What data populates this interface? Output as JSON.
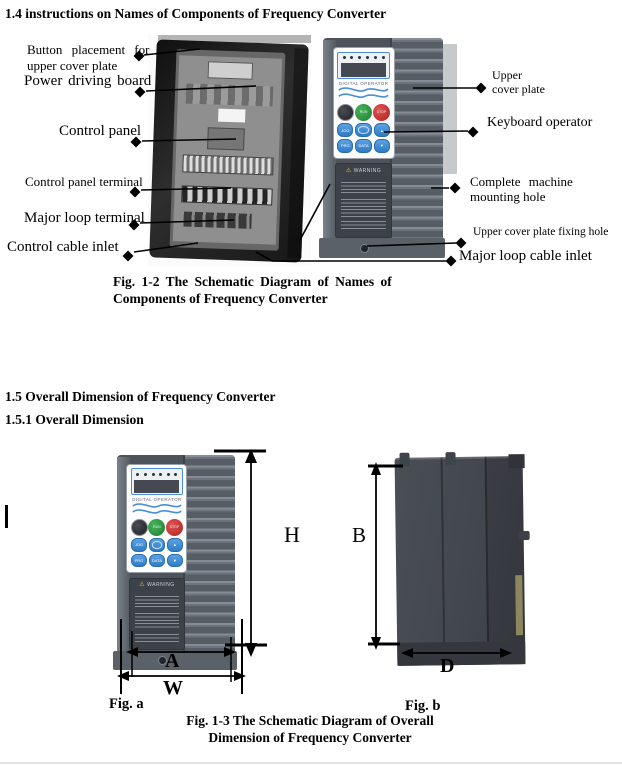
{
  "sections": {
    "s14": "1.4 instructions on Names of Components of Frequency Converter",
    "s15": "1.5 Overall Dimension of Frequency Converter",
    "s151": "1.5.1 Overall Dimension"
  },
  "fig12": {
    "caption_line1": "Fig. 1-2 The Schematic Diagram of Names of",
    "caption_line2": "Components of Frequency Converter",
    "labels": {
      "button_placement_l1": "Button placement for",
      "button_placement_l2": "upper cover plate",
      "power_driving_board": "Power driving board",
      "control_panel": "Control panel",
      "control_panel_terminal": "Control panel terminal",
      "major_loop_terminal": "Major loop terminal",
      "control_cable_inlet": "Control cable inlet",
      "upper_cover_plate_l1": "Upper",
      "upper_cover_plate_l2": "cover plate",
      "keyboard_operator": "Keyboard operator",
      "complete_machine_l1": "Complete machine",
      "complete_machine_l2": "mounting hole",
      "upper_cover_fixing_hole": "Upper cover plate fixing hole",
      "major_loop_cable_inlet": "Major loop cable inlet"
    }
  },
  "fig13": {
    "caption_line1": "Fig. 1-3 The Schematic Diagram of Overall",
    "caption_line2": "Dimension of Frequency Converter",
    "fig_a": "Fig. a",
    "fig_b": "Fig. b",
    "dims": {
      "h": "H",
      "a": "A",
      "w": "W",
      "b": "B",
      "d": "D"
    }
  },
  "device": {
    "operator_label": "DIGITAL OPERATOR",
    "warning": "WARNING",
    "btn_run": "RUN",
    "btn_stop": "STOP",
    "btn_jog": "JOG",
    "btn_prg": "PRG",
    "btn_data": "DATA",
    "btn_up": "▲",
    "btn_down": "▼"
  },
  "colors": {
    "accent_blue": "#3f8fd8",
    "run_green": "#2d9a43",
    "stop_red": "#cf2f2f",
    "warn_yellow": "#e9c93a",
    "body_gray": "#4e535b"
  }
}
